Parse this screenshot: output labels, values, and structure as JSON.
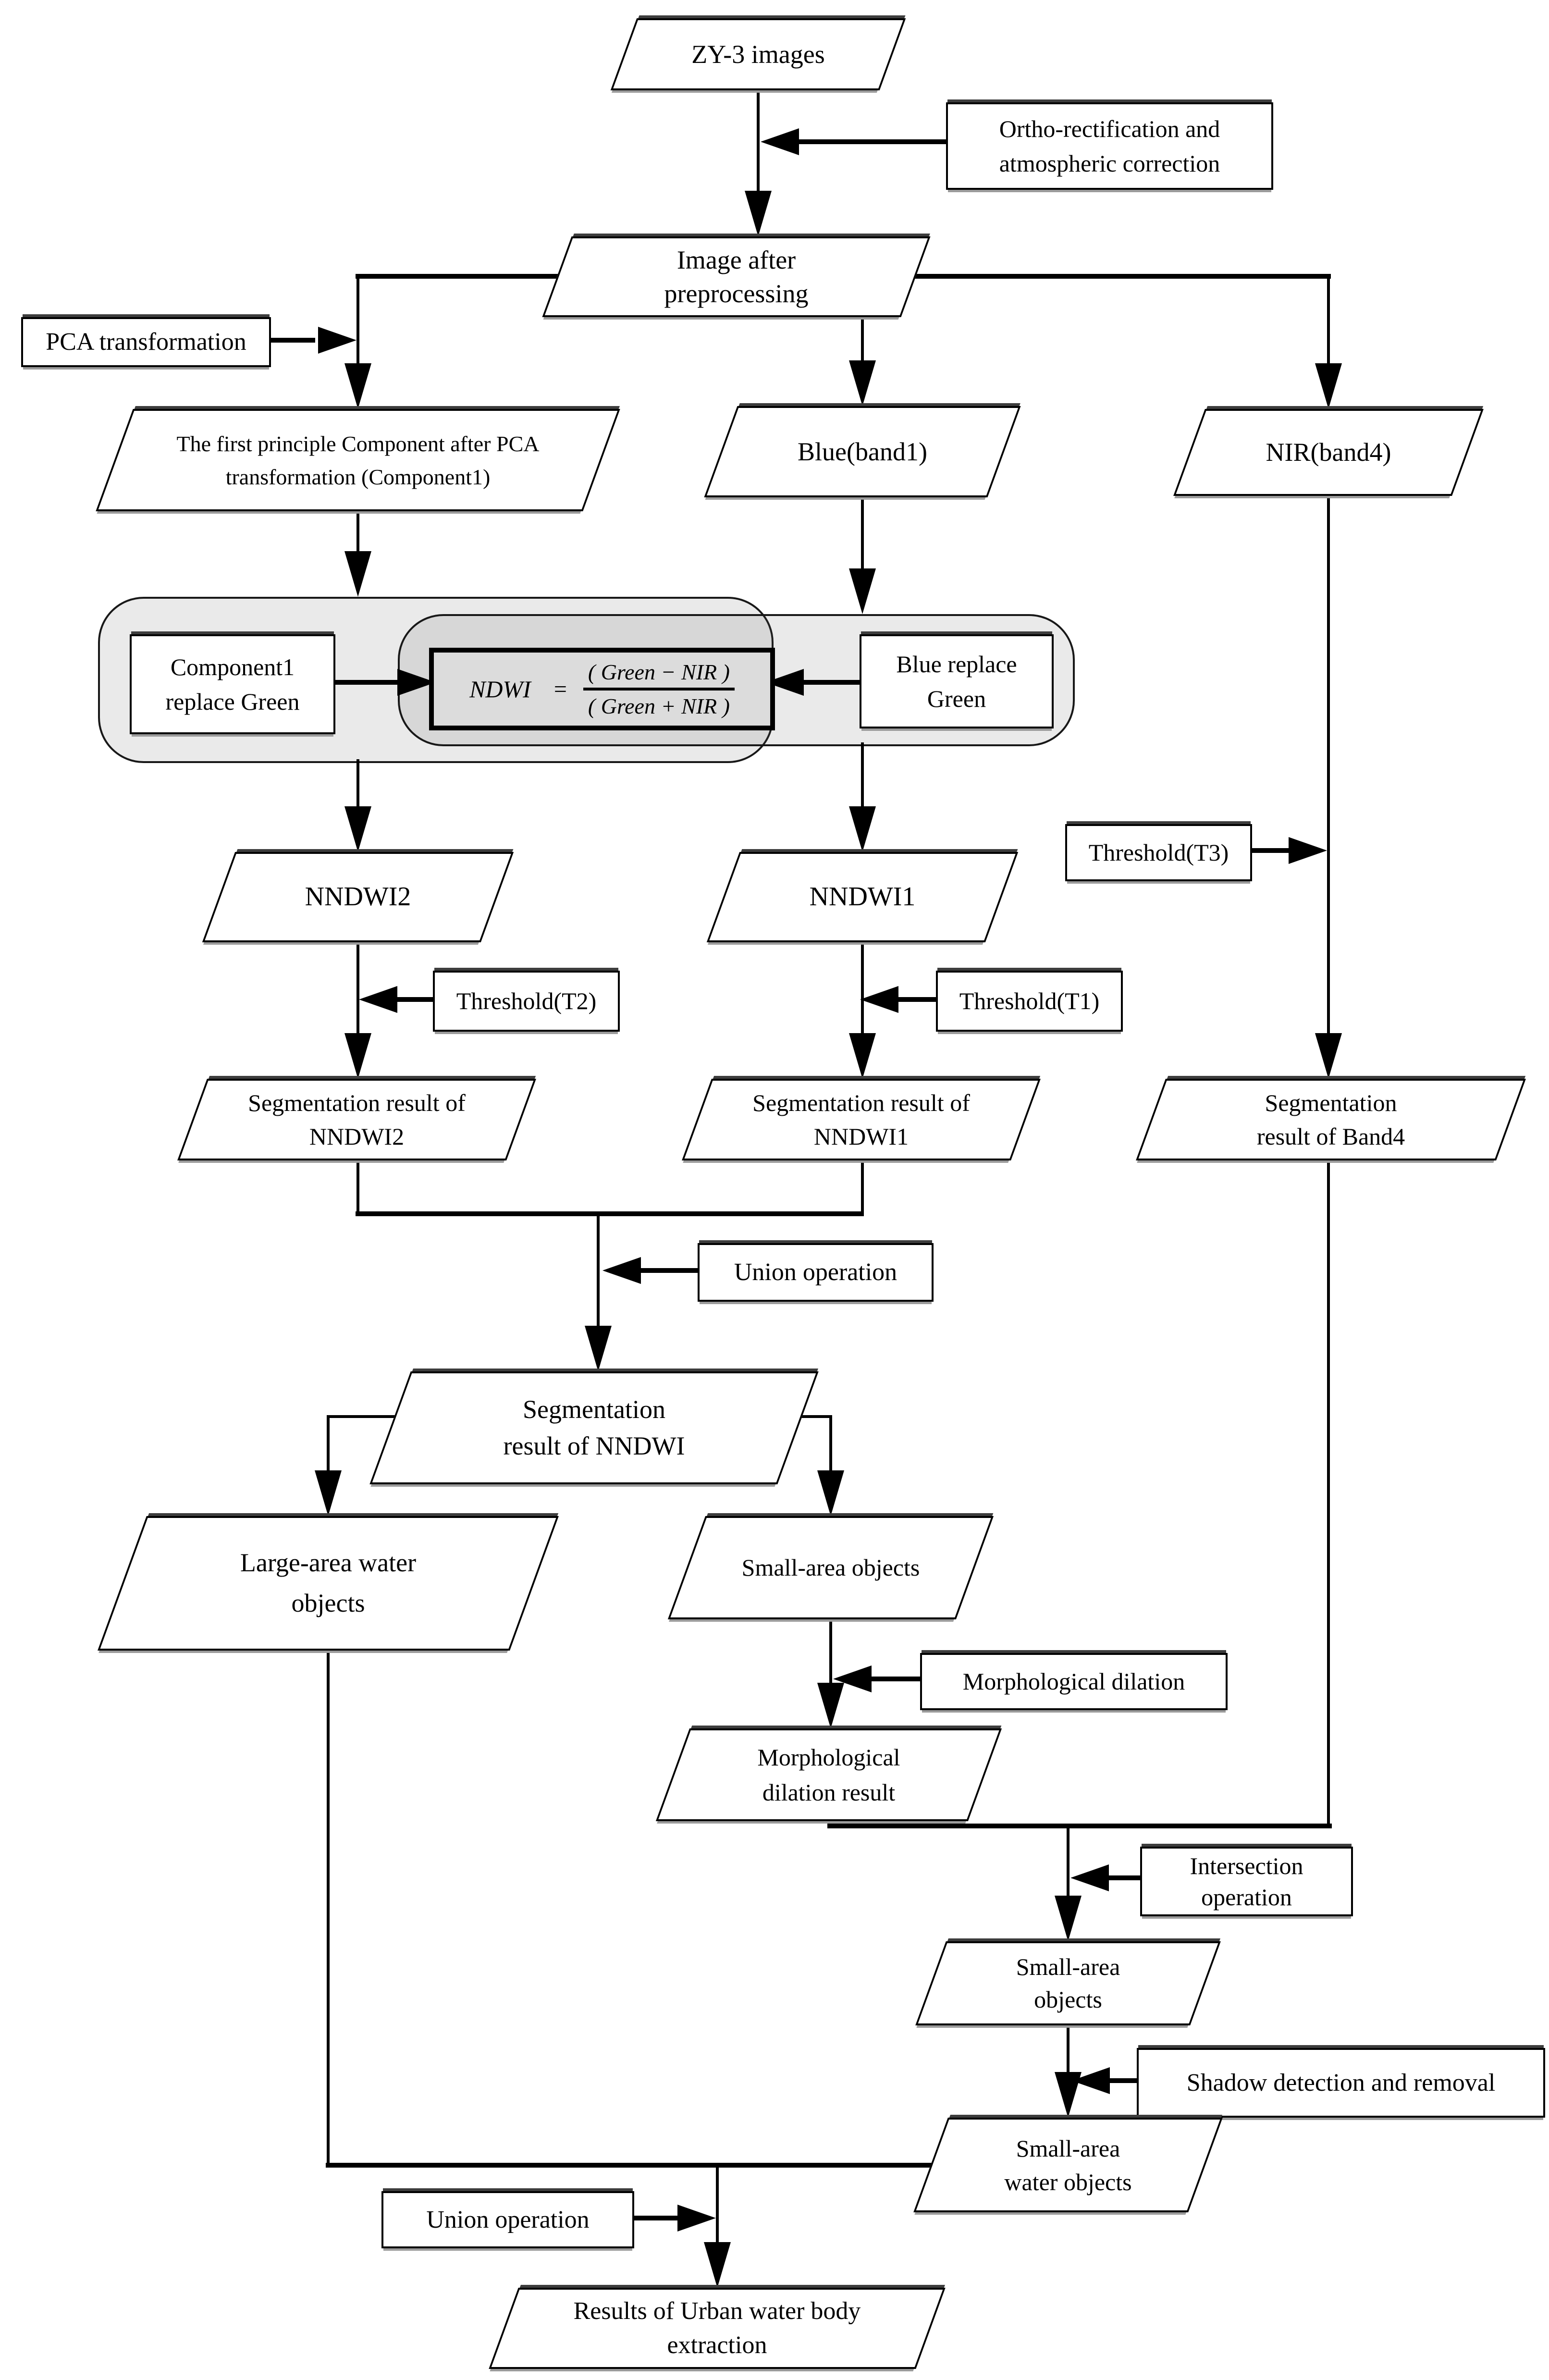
{
  "colors": {
    "background": "#ffffff",
    "line": "#000000",
    "shape_fill": "#ffffff",
    "group_fill_overlay": "rgba(90,90,90,0.13)",
    "formula_fill": "#dcdcdc",
    "shadow_band_top": "#3d3d3d",
    "shadow_band_bottom": "#9b9b9b"
  },
  "nodes": {
    "zy3": {
      "l1": "ZY-3 images"
    },
    "ortho": {
      "l1": "Ortho-rectification and",
      "l2": "atmospheric correction"
    },
    "img_pre": {
      "l1": "Image after",
      "l2": "preprocessing"
    },
    "pca": {
      "l1": "PCA transformation"
    },
    "comp1_pca": {
      "l1": "The first principle Component after PCA",
      "l2": "transformation (Component1)"
    },
    "blue": {
      "l1": "Blue(band1)"
    },
    "nir": {
      "l1": "NIR(band4)"
    },
    "comp1_replace": {
      "l1": "Component1",
      "l2": "replace Green"
    },
    "blue_replace": {
      "l1": "Blue replace",
      "l2": "Green"
    },
    "formula": {
      "lhs": "NDWI",
      "eq": "=",
      "num": "( Green  −  NIR )",
      "den": "( Green  +  NIR )"
    },
    "nndwi2": {
      "l1": "NNDWI2"
    },
    "nndwi1": {
      "l1": "NNDWI1"
    },
    "t3": {
      "l1": "Threshold(T3)"
    },
    "t2": {
      "l1": "Threshold(T2)"
    },
    "t1": {
      "l1": "Threshold(T1)"
    },
    "seg_nndwi2": {
      "l1": "Segmentation result of",
      "l2": "NNDWI2"
    },
    "seg_nndwi1": {
      "l1": "Segmentation result of",
      "l2": "NNDWI1"
    },
    "seg_band4": {
      "l1": "Segmentation",
      "l2": "result of Band4"
    },
    "union1": {
      "l1": "Union operation"
    },
    "seg_nndwi": {
      "l1": "Segmentation",
      "l2": "result of NNDWI"
    },
    "large_area": {
      "l1": "Large-area water",
      "l2": "objects"
    },
    "small_area": {
      "l1": "Small-area objects"
    },
    "morph_dilation": {
      "l1": "Morphological dilation"
    },
    "morph_result": {
      "l1": "Morphological",
      "l2": "dilation result"
    },
    "intersection": {
      "l1": "Intersection",
      "l2": "operation"
    },
    "small_area2": {
      "l1": "Small-area",
      "l2": "objects"
    },
    "shadow": {
      "l1": "Shadow detection and removal"
    },
    "small_area_water": {
      "l1": "Small-area",
      "l2": "water objects"
    },
    "union2": {
      "l1": "Union operation"
    },
    "results": {
      "l1": "Results of Urban water body",
      "l2": "extraction"
    }
  }
}
